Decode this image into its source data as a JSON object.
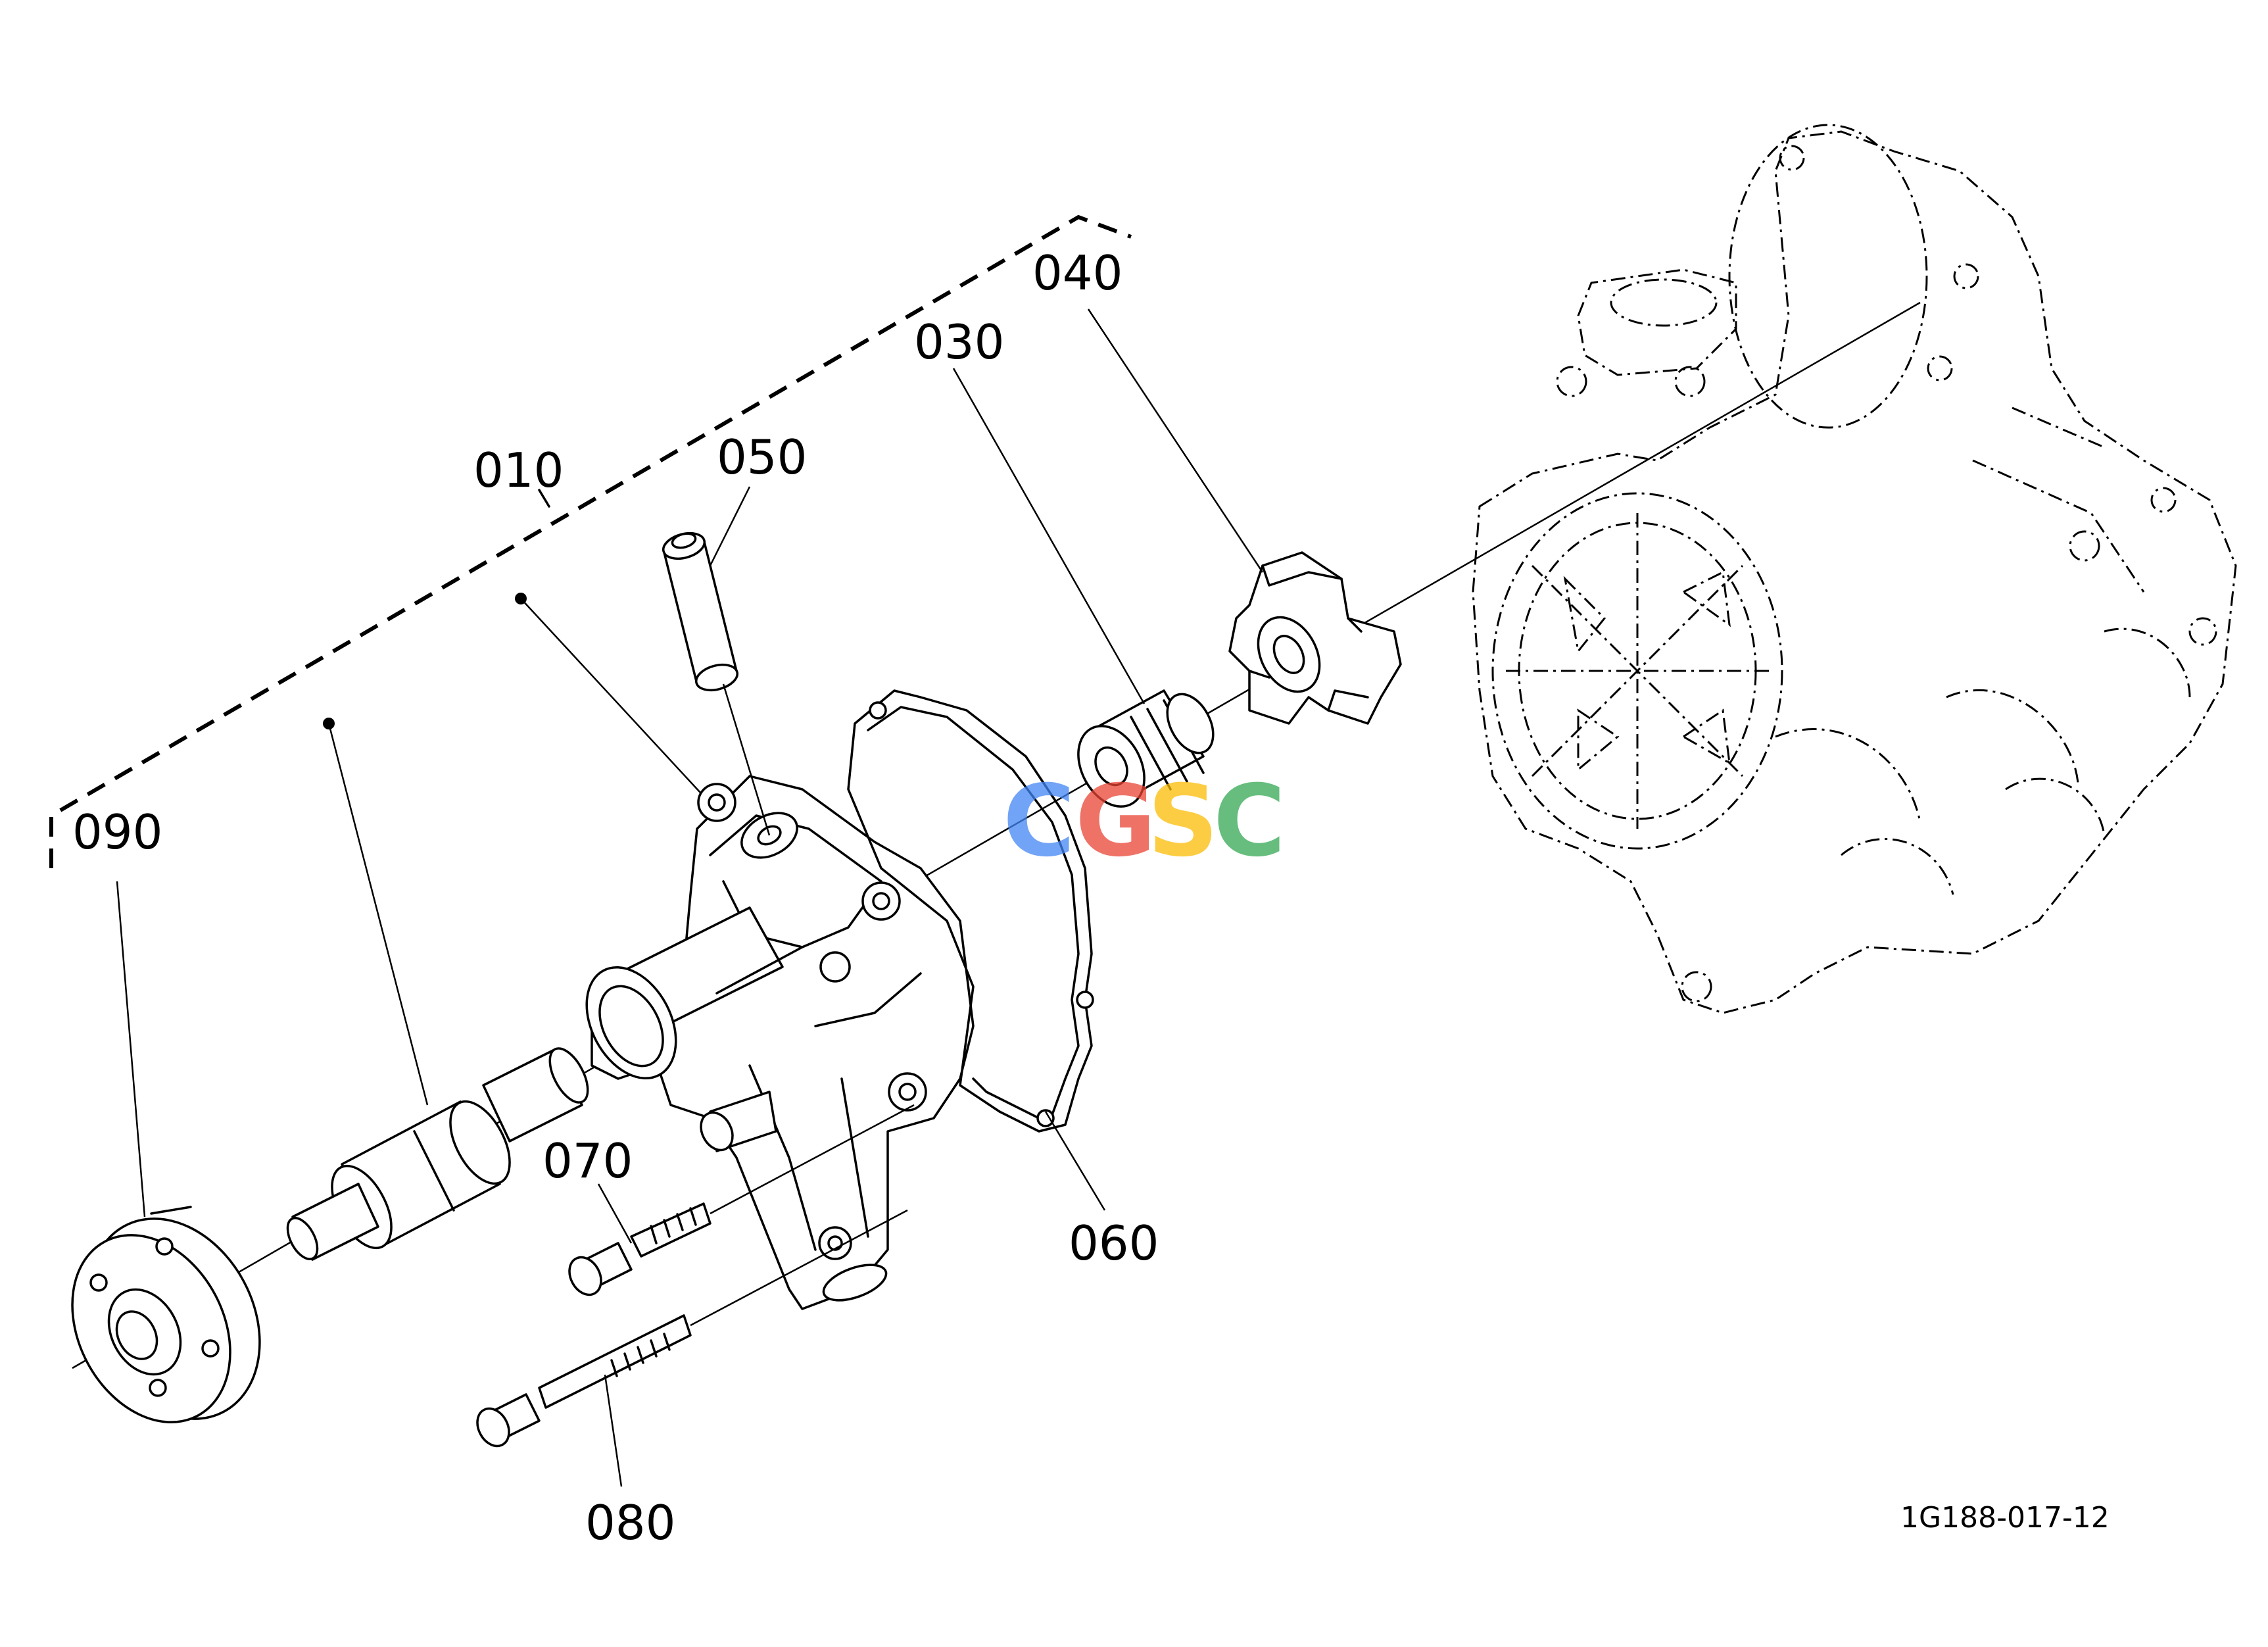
{
  "callouts": [
    {
      "id": "010",
      "label": "010"
    },
    {
      "id": "030",
      "label": "030"
    },
    {
      "id": "040",
      "label": "040"
    },
    {
      "id": "050",
      "label": "050"
    },
    {
      "id": "060",
      "label": "060"
    },
    {
      "id": "070",
      "label": "070"
    },
    {
      "id": "080",
      "label": "080"
    },
    {
      "id": "090",
      "label": "090"
    }
  ],
  "drawing_number": "1G188-017-12",
  "watermark": {
    "text": "CGSC",
    "colors": [
      "#4285f4",
      "#ea4335",
      "#fbbc05",
      "#34a853"
    ]
  }
}
